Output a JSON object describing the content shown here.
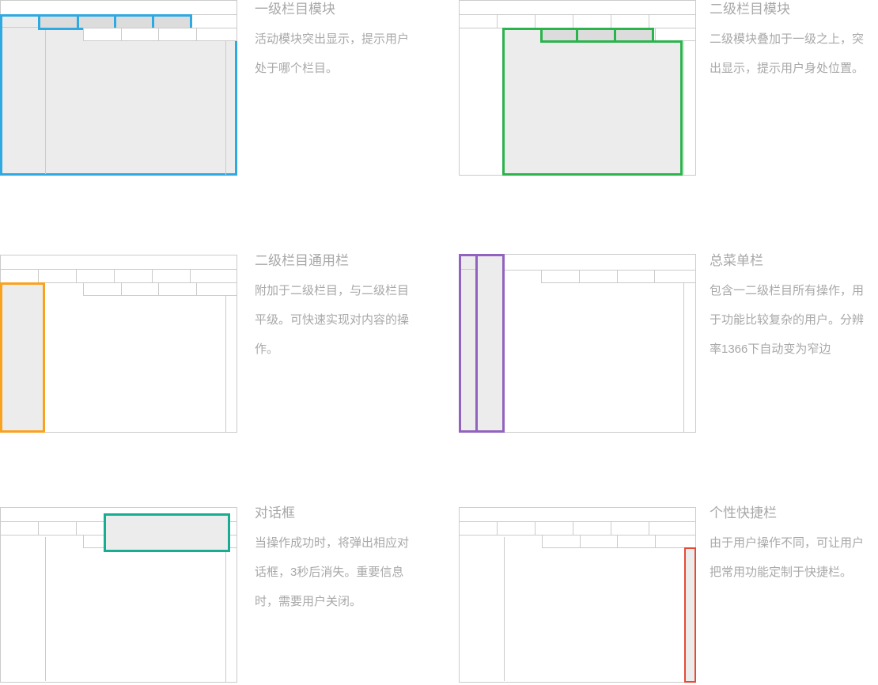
{
  "palette": {
    "border_gray": "#cbcbcb",
    "fill_light": "#ececec",
    "fill_tab": "#dcdcdc",
    "text_gray": "#a8a8a8",
    "background": "#ffffff"
  },
  "sections": [
    {
      "title": "一级栏目模块",
      "body_lines": [
        "活动模块突出显示，提示用户",
        "处于哪个栏目。"
      ],
      "accent": "#2fa9e1",
      "accent_name": "blue"
    },
    {
      "title": "二级栏目模块",
      "body_lines": [
        "二级模块叠加于一级之上，突",
        "出显示，提示用户身处位置。"
      ],
      "accent": "#2bb34c",
      "accent_name": "green"
    },
    {
      "title": "二级栏目通用栏",
      "body_lines": [
        "附加于二级栏目，与二级栏目",
        "平级。可快速实现对内容的操",
        "作。"
      ],
      "accent": "#f9a21f",
      "accent_name": "orange"
    },
    {
      "title": "总菜单栏",
      "body_lines": [
        "包含一二级栏目所有操作，用",
        "于功能比较复杂的用户。分辨",
        "率1366下自动变为窄边"
      ],
      "accent": "#9163be",
      "accent_name": "purple"
    },
    {
      "title": "对话框",
      "body_lines": [
        "当操作成功时，将弹出相应对",
        "话框，3秒后消失。重要信息",
        "时，需要用户关闭。"
      ],
      "accent": "#16ad92",
      "accent_name": "teal"
    },
    {
      "title": "个性快捷栏",
      "body_lines": [
        "由于用户操作不同，可让用户",
        "把常用功能定制于快捷栏。"
      ],
      "accent": "#e64a35",
      "accent_name": "red"
    }
  ]
}
